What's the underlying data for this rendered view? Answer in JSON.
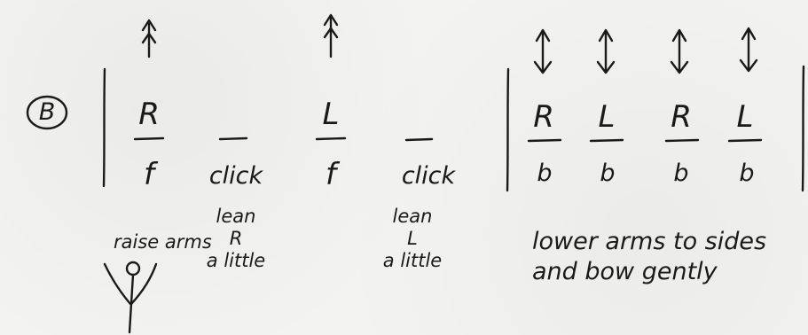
{
  "section_marker": "B",
  "measures": [
    {
      "beats": [
        {
          "step": "R",
          "move": "f",
          "arrow": "up-arrow-icon"
        },
        {
          "step": "",
          "move": "click"
        },
        {
          "step": "L",
          "move": "f",
          "arrow": "up-arrow-icon"
        },
        {
          "step": "",
          "move": "click"
        }
      ],
      "annotations": [
        {
          "text": "raise arms"
        },
        {
          "text": "lean\nR\na little"
        },
        {
          "text": "lean\nL\na little"
        }
      ]
    },
    {
      "beats": [
        {
          "step": "R",
          "move": "b",
          "arrow": "up-down-arrow-icon"
        },
        {
          "step": "L",
          "move": "b",
          "arrow": "up-down-arrow-icon"
        },
        {
          "step": "R",
          "move": "b",
          "arrow": "up-down-arrow-icon"
        },
        {
          "step": "L",
          "move": "b",
          "arrow": "up-down-arrow-icon"
        }
      ],
      "annotations": [
        {
          "text": "lower arms to sides\nand bow gently"
        }
      ]
    }
  ],
  "figure": "stick-figure-arms-raised-icon"
}
